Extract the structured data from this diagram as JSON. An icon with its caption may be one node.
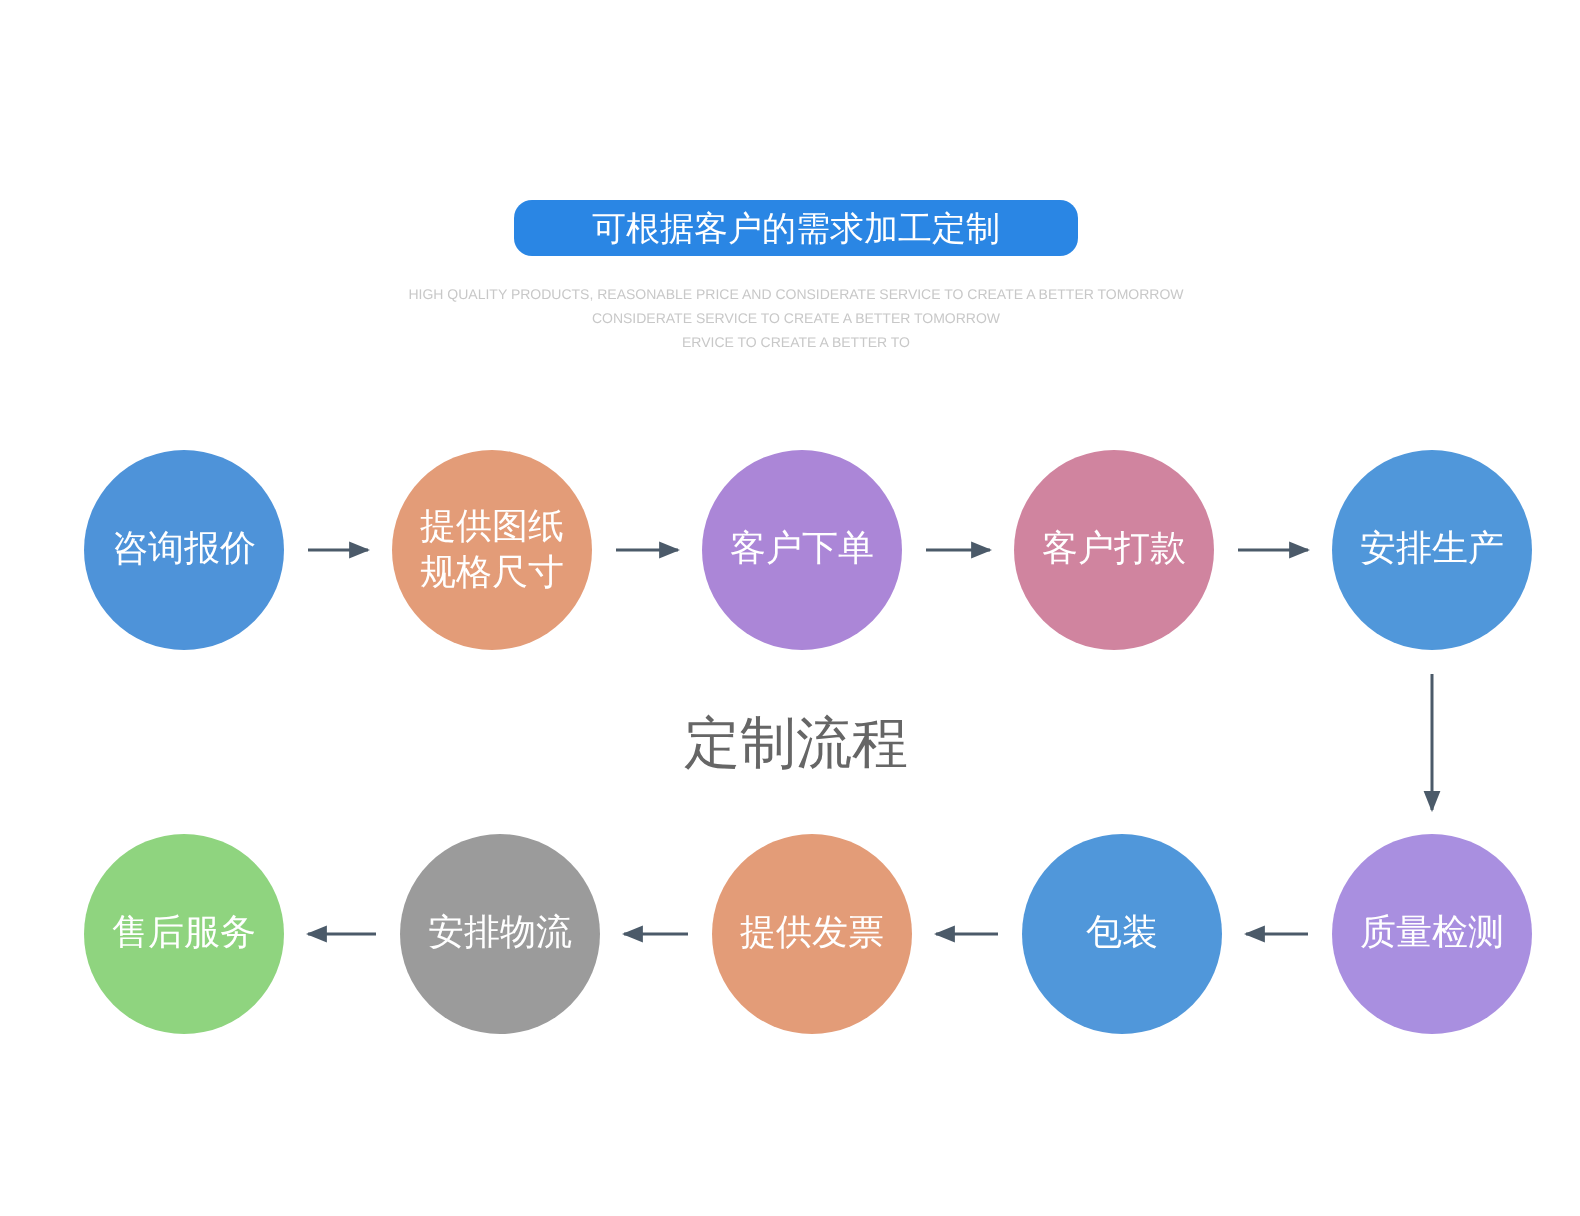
{
  "diagram": {
    "title": "可根据客户的需求加工定制",
    "nodes": [
      {
        "text": [
          "咨询报价"
        ]
      },
      {
        "text": [
          "提供图纸规格尺寸"
        ]
      },
      {
        "text": [
          "客户下单"
        ]
      },
      {
        "text": [
          "客户打款"
        ]
      },
      {
        "text": [
          "安排生产"
        ]
      },
      {
        "text": [
          "质量检测"
        ]
      },
      {
        "text": [
          "包装"
        ]
      },
      {
        "text": [
          "提供发票"
        ]
      },
      {
        "text": [
          "安排物流"
        ]
      },
      {
        "text": [
          "售后服务"
        ]
      }
    ],
    "edges": [
      {
        "from": 0,
        "to": 1,
        "arrow": "to"
      },
      {
        "from": 1,
        "to": 2,
        "arrow": "to"
      },
      {
        "from": 2,
        "to": 3,
        "arrow": "to"
      },
      {
        "from": 3,
        "to": 4,
        "arrow": "to"
      },
      {
        "from": 4,
        "to": 5,
        "arrow": "to"
      },
      {
        "from": 5,
        "to": 6,
        "arrow": "to"
      },
      {
        "from": 6,
        "to": 7,
        "arrow": "to"
      },
      {
        "from": 7,
        "to": 8,
        "arrow": "to"
      },
      {
        "from": 8,
        "to": 9,
        "arrow": "to"
      }
    ],
    "labels": [
      "HIGH QUALITY PRODUCTS, REASONABLE PRICE AND CONSIDERATE SERVICE TO CREATE A BETTER TOMORROW",
      "CONSIDERATE SERVICE TO CREATE A BETTER TOMORROW",
      "ERVICE TO CREATE A BETTER TO",
      "定制流程"
    ]
  }
}
